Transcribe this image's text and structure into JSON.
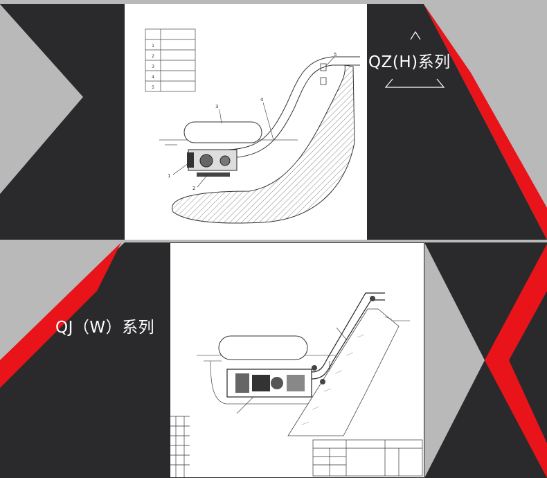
{
  "series_labels": {
    "top_right": "QZ(H)系列",
    "bottom_left": "QJ（W）系列"
  },
  "drawing1": {
    "title": "",
    "parts": [
      {
        "no": "1",
        "name": ""
      },
      {
        "no": "2",
        "name": ""
      },
      {
        "no": "3",
        "name": ""
      },
      {
        "no": "4",
        "name": ""
      },
      {
        "no": "5",
        "name": ""
      }
    ],
    "callouts": [
      "1",
      "2",
      "3",
      "4",
      "5"
    ]
  },
  "drawing2": {
    "callouts": {
      "outlet_pipe": "",
      "river": "",
      "cable": ""
    },
    "title_block": ""
  },
  "colors": {
    "background": "#b9b9b9",
    "dark_panel": "#2a2a2c",
    "accent_red": "#e8141a",
    "sheet": "#ffffff",
    "label_text": "#ffffff"
  },
  "icons": [
    "triangle-outline-icon"
  ]
}
